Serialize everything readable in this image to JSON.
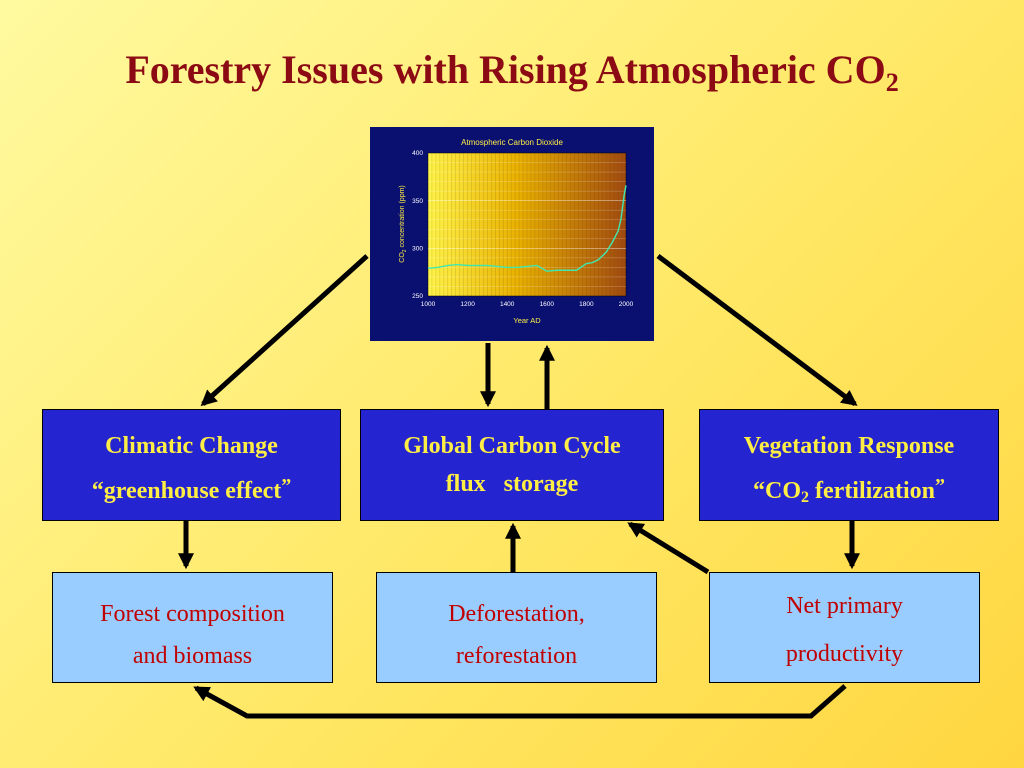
{
  "slide": {
    "title_main": "Forestry Issues with Rising Atmospheric CO",
    "title_sub": "2"
  },
  "boxes": {
    "climate": {
      "line1": "Climatic Change",
      "line2_open": "“greenhouse effect",
      "line2_close": "”"
    },
    "carbon": {
      "line1": "Global Carbon Cycle",
      "line2": "flux   storage"
    },
    "vegetation": {
      "line1": "Vegetation Response",
      "line2_a": "“CO",
      "line2_sub": "2",
      "line2_b": " fertilization",
      "line2_close": "”"
    },
    "forest": {
      "line1": "Forest composition",
      "line2": "and biomass"
    },
    "deforest": {
      "line1": "Deforestation,",
      "line2": "reforestation"
    },
    "npp": {
      "line1": "Net primary",
      "line2": "productivity"
    }
  },
  "colors": {
    "title": "#8b0a14",
    "dark_box_fill": "#2424d0",
    "dark_box_text": "#ffee44",
    "light_box_fill": "#99ccff",
    "light_box_text": "#c00000",
    "chart_frame": "#0a1070",
    "chart_line": "#40e8b0"
  },
  "chart_data": {
    "type": "line",
    "title": "Atmospheric Carbon Dioxide",
    "xlabel": "Year AD",
    "ylabel_main": "CO",
    "ylabel_sub": "2",
    "ylabel_rest": " concentration (ppm)",
    "xlim": [
      1000,
      2000
    ],
    "ylim": [
      250,
      400
    ],
    "xticks": [
      1000,
      1200,
      1400,
      1600,
      1800,
      2000
    ],
    "yticks": [
      250,
      300,
      350,
      400
    ],
    "grid": true,
    "x": [
      1000,
      1050,
      1100,
      1150,
      1200,
      1250,
      1300,
      1350,
      1400,
      1450,
      1500,
      1550,
      1600,
      1650,
      1700,
      1750,
      1800,
      1830,
      1860,
      1900,
      1930,
      1960,
      1975,
      1990,
      2000
    ],
    "y": [
      279,
      280,
      282,
      283,
      282,
      282,
      282,
      281,
      280,
      280,
      281,
      282,
      276,
      277,
      277,
      277,
      284,
      285,
      288,
      296,
      306,
      318,
      331,
      355,
      366
    ]
  }
}
